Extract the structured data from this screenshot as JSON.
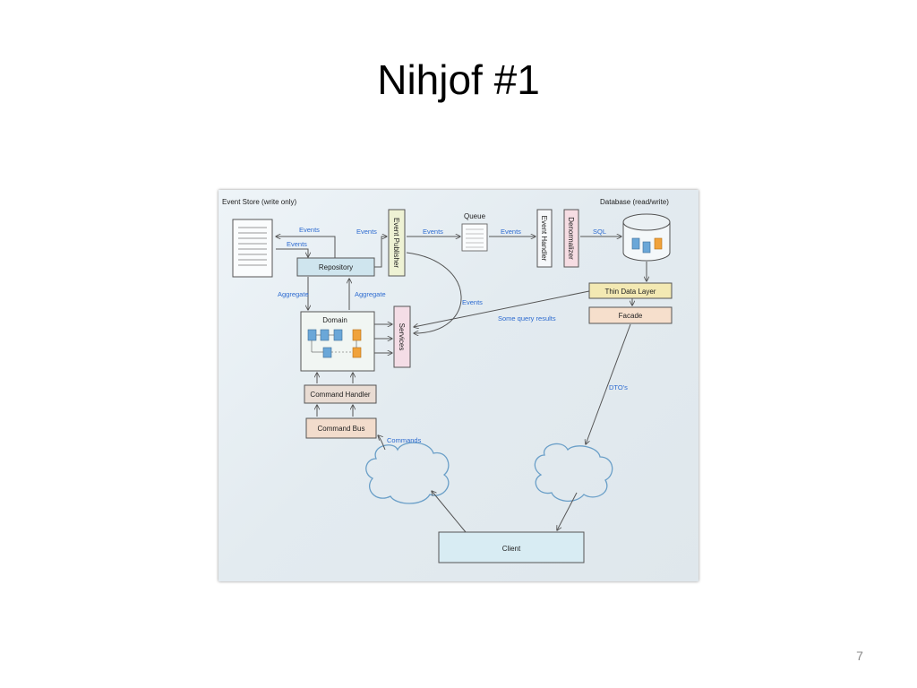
{
  "slide": {
    "title": "Nihjof #1",
    "page_number": "7"
  },
  "diagram": {
    "event_store_label": "Event Store (write only)",
    "database_label": "Database (read/write)",
    "queue_label": "Queue",
    "repository": "Repository",
    "domain": "Domain",
    "services": "Services",
    "event_publisher": "Event Publisher",
    "event_handler": "Event Handler",
    "denormalizer": "Denormalizer",
    "thin_data_layer": "Thin Data Layer",
    "facade": "Facade",
    "command_handler": "Command Handler",
    "command_bus": "Command Bus",
    "client": "Client",
    "edge_labels": {
      "events_store_top": "Events",
      "events_store_bottom": "Events",
      "events_to_publisher": "Events",
      "events_to_queue": "Events",
      "events_from_queue": "Events",
      "sql": "SQL",
      "aggregate_left": "Aggregate",
      "aggregate_right": "Aggregate",
      "events_to_services": "Events",
      "some_query_results": "Some query results",
      "dtos": "DTO's",
      "commands": "Commands"
    }
  }
}
